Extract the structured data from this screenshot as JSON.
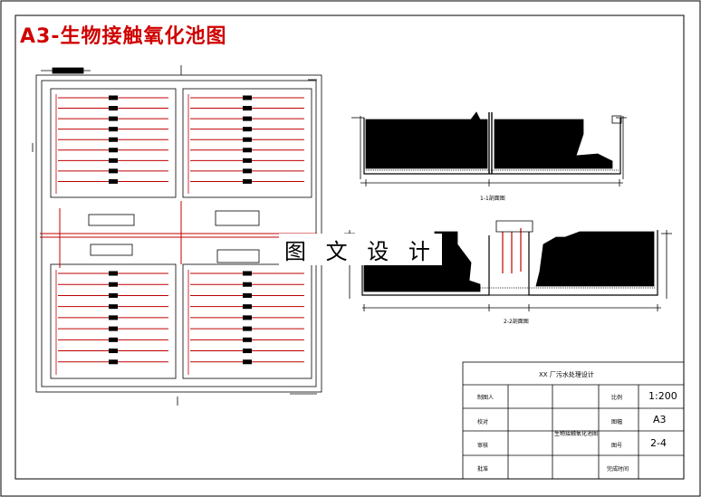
{
  "title": "A3-生物接触氧化池图",
  "watermark": "图 文 设 计",
  "section_labels": {
    "section_1": "1-1剖面图",
    "section_2": "2-2剖面图"
  },
  "title_block": {
    "project": "XX 厂污水处理设计",
    "drawing_name": "生物接触氧化池图",
    "rows": [
      {
        "label": "制图人",
        "right_label": "比例",
        "right_value": "1:200"
      },
      {
        "label": "校对",
        "right_label": "图幅",
        "right_value": "A3"
      },
      {
        "label": "审核",
        "right_label": "图号",
        "right_value": "2-4"
      },
      {
        "label": "批准",
        "right_label": "完成时间",
        "right_value": ""
      }
    ]
  },
  "colors": {
    "title": "#d00000",
    "pipe": "#c00000",
    "line": "#000000"
  }
}
